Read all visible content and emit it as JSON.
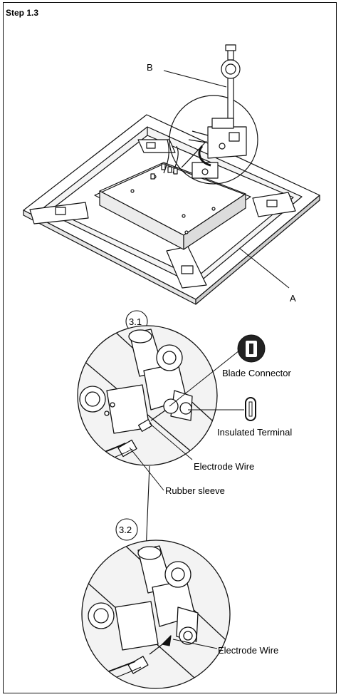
{
  "step": {
    "title": "Step 1.3"
  },
  "overview": {
    "label_a": "A",
    "label_b": "B"
  },
  "detail_1": {
    "badge": "3.1",
    "blade_connector": "Blade Connector",
    "insulated_terminal": "Insulated Terminal",
    "electrode_wire": "Electrode Wire",
    "rubber_sleeve": "Rubber sleeve"
  },
  "detail_2": {
    "badge": "3.2",
    "electrode_wire": "Electrode Wire"
  }
}
